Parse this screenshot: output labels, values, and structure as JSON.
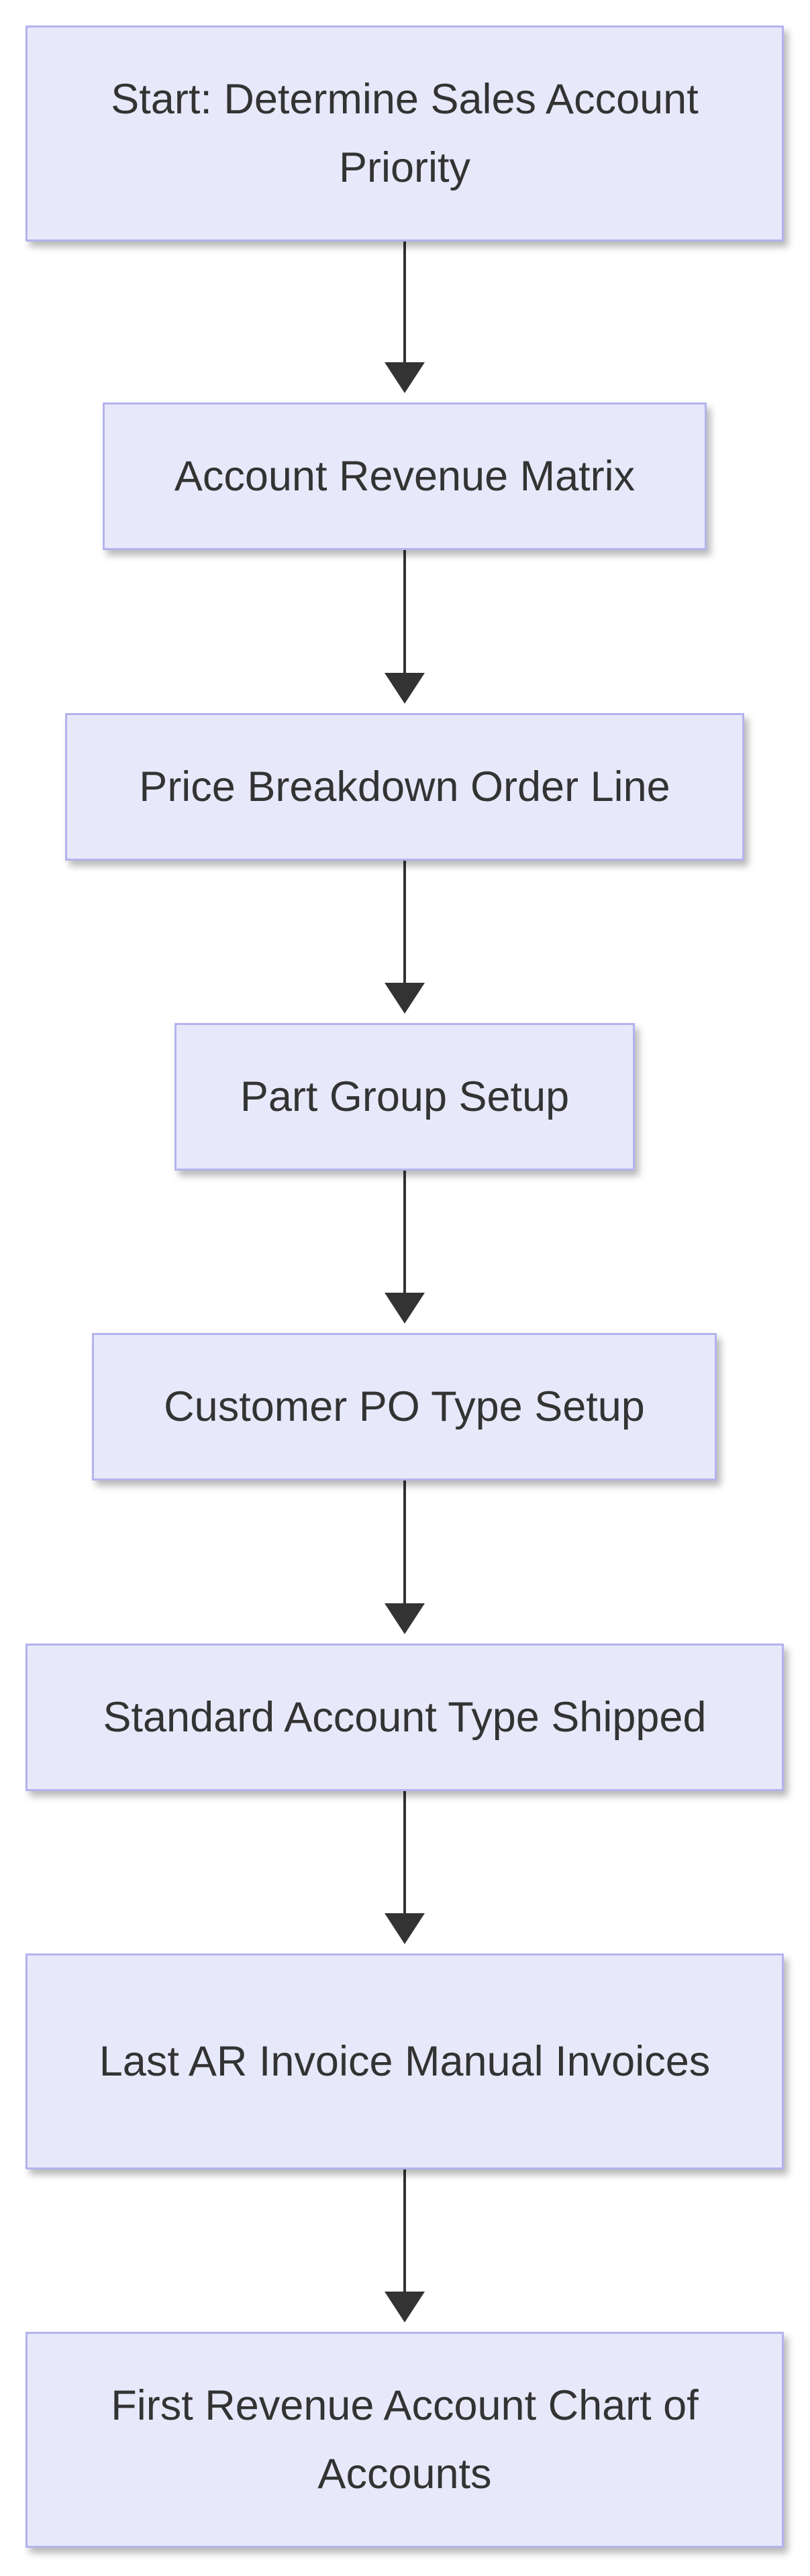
{
  "diagram": {
    "type": "flowchart",
    "direction": "top-to-bottom",
    "colors": {
      "node_fill": "#e8e8fb",
      "node_border": "#b3b3ee",
      "text": "#333333",
      "edge": "#333333",
      "background": "#ffffff"
    },
    "nodes": [
      {
        "id": "n1",
        "label": "Start: Determine Sales Account Priority"
      },
      {
        "id": "n2",
        "label": "Account Revenue Matrix"
      },
      {
        "id": "n3",
        "label": "Price Breakdown Order Line"
      },
      {
        "id": "n4",
        "label": "Part Group Setup"
      },
      {
        "id": "n5",
        "label": "Customer PO Type Setup"
      },
      {
        "id": "n6",
        "label": "Standard Account Type Shipped"
      },
      {
        "id": "n7",
        "label": "Last AR Invoice Manual Invoices"
      },
      {
        "id": "n8",
        "label": "First Revenue Account Chart of Accounts"
      }
    ],
    "edges": [
      {
        "from": "n1",
        "to": "n2"
      },
      {
        "from": "n2",
        "to": "n3"
      },
      {
        "from": "n3",
        "to": "n4"
      },
      {
        "from": "n4",
        "to": "n5"
      },
      {
        "from": "n5",
        "to": "n6"
      },
      {
        "from": "n6",
        "to": "n7"
      },
      {
        "from": "n7",
        "to": "n8"
      }
    ]
  }
}
